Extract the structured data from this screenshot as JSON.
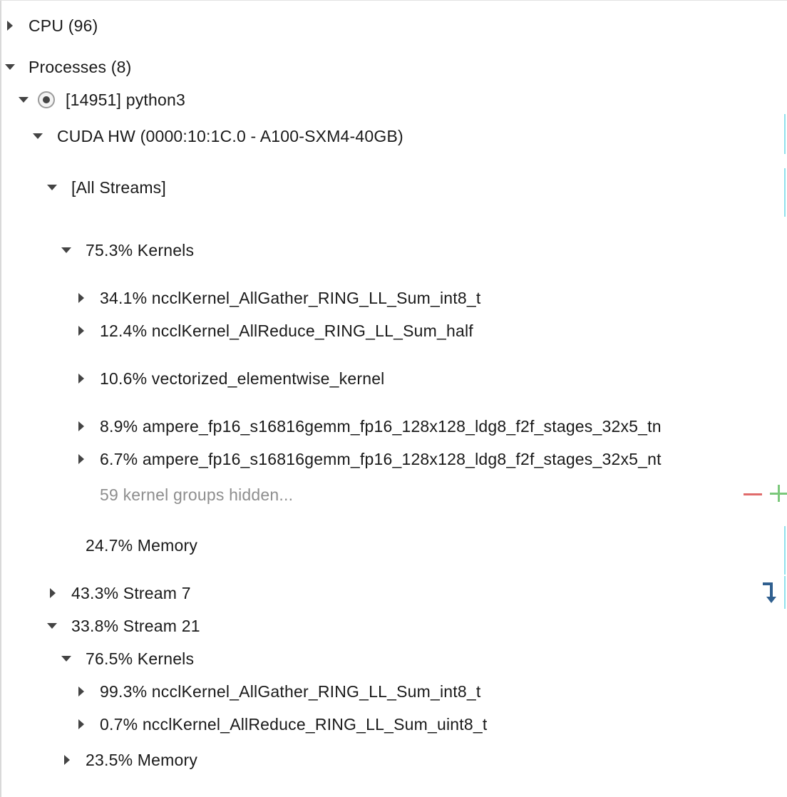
{
  "tree": {
    "cpu": "CPU (96)",
    "processes": "Processes (8)",
    "process": "[14951] python3",
    "cuda_hw": "CUDA HW (0000:10:1C.0 - A100-SXM4-40GB)",
    "all_streams": "[All Streams]",
    "all_kernels": "75.3% Kernels",
    "kernel_1": "34.1% ncclKernel_AllGather_RING_LL_Sum_int8_t",
    "kernel_2": "12.4% ncclKernel_AllReduce_RING_LL_Sum_half",
    "kernel_3": "10.6% vectorized_elementwise_kernel",
    "kernel_4": "8.9% ampere_fp16_s16816gemm_fp16_128x128_ldg8_f2f_stages_32x5_tn",
    "kernel_5": "6.7% ampere_fp16_s16816gemm_fp16_128x128_ldg8_f2f_stages_32x5_nt",
    "hidden_groups": "59 kernel groups hidden...",
    "all_memory": "24.7% Memory",
    "stream_7": "43.3% Stream 7",
    "stream_21": "33.8% Stream 21",
    "stream21_kernels": "76.5% Kernels",
    "stream21_kernel_1": "99.3% ncclKernel_AllGather_RING_LL_Sum_int8_t",
    "stream21_kernel_2": "0.7% ncclKernel_AllReduce_RING_LL_Sum_uint8_t",
    "stream21_memory": "23.5% Memory"
  },
  "icons": {
    "expand": "triangle-right-icon",
    "collapse": "triangle-down-icon",
    "process_status": "radio-selected-icon",
    "hide_less": "minus-icon",
    "show_more": "plus-icon",
    "jump": "jump-down-icon"
  },
  "colors": {
    "minus": "#e06b6b",
    "plus": "#7bc87b",
    "jump": "#2f5f8f",
    "accent_bar": "#8fe0ec",
    "muted_text": "#8e8e8e"
  }
}
